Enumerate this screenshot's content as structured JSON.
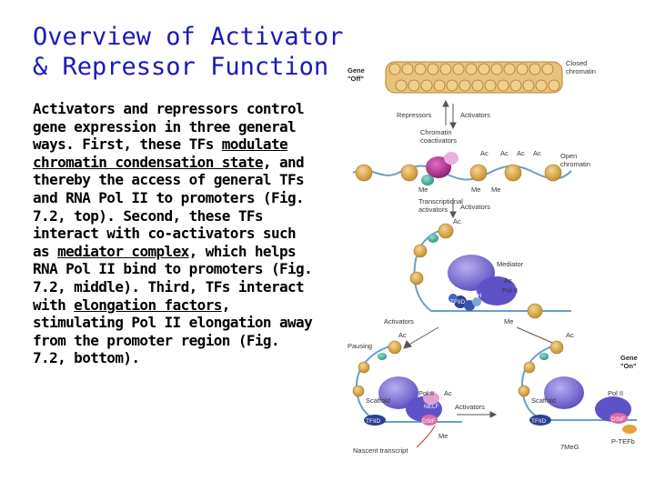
{
  "title": {
    "line1": "Overview of Activator",
    "line2": "& Repressor Function"
  },
  "body": {
    "p1": "Activators and repressors control gene expression in three general ways. First, these TFs ",
    "link1": "modulate chromatin condensation state",
    "p2": ", and thereby the access of general TFs and RNA Pol II to promoters (Fig. 7.2, top). Second, these TFs interact with co-activators such as ",
    "link2": "mediator complex",
    "p3": ", which helps RNA Pol II bind to promoters (Fig. 7.2, middle). Third, TFs interact with ",
    "link3": "elongation factors",
    "p4": ", stimulating Pol II elongation away from the promoter region (Fig. 7.2, bottom)."
  },
  "figure": {
    "gene_off_1": "Gene",
    "gene_off_2": "\"Off\"",
    "closed_chromatin_1": "Closed",
    "closed_chromatin_2": "chromatin",
    "repressors": "Repressors",
    "activators_top": "Activators",
    "chromatin_coactivators_1": "Chromatin",
    "chromatin_coactivators_2": "coactivators",
    "ac_labels": [
      "Ac",
      "Ac",
      "Ac",
      "Ac"
    ],
    "open_chromatin_1": "Open",
    "open_chromatin_2": "chromatin",
    "me_1": "Me",
    "me_2": "Me",
    "me_3": "Me",
    "transcriptional_activators_1": "Transcriptional",
    "transcriptional_activators_2": "activators",
    "activators_mid": "Activators",
    "ac_mid": "Ac",
    "mediator": "Mediator",
    "ac_med": "Ac",
    "pol_ii_mid": "Pol II",
    "tfiih": "TFIIH",
    "tfiid_mid": "TFIID",
    "activators_left": "Activators",
    "me_mid": "Me",
    "pausing": "Pausing",
    "ac_pause": "Ac",
    "gene_on_1": "Gene",
    "gene_on_2": "\"On\"",
    "ac_right": "Ac",
    "scaffold_left": "Scaffold",
    "pol_ii_left": "Pol II",
    "ac_pol": "Ac",
    "scaffold_right": "Scaffold",
    "pol_ii_right": "Pol II",
    "nelf": "NELF",
    "tfiid_left": "TFIID",
    "dsif_left": "DSIF",
    "activators_bottom": "Activators",
    "tfiid_right": "TFIID",
    "dsif_right": "DSIF",
    "me_bottom": "Me",
    "nascent_transcript": "Nascent transcript",
    "meg": "7MeG",
    "ptefb": "P-TEFb",
    "colors": {
      "nucleosome": "#e2b45a",
      "dna": "#6a9fc9",
      "coactivator": "#b0308f",
      "pol_ii": "#7a6fd4",
      "activator": "#3fb0a0",
      "tfiid": "#2d3f95"
    }
  }
}
